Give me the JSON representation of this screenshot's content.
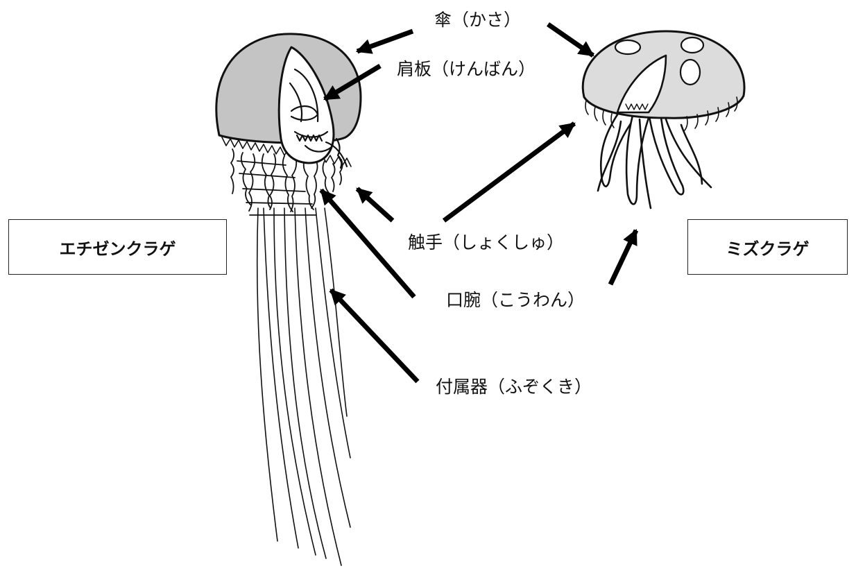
{
  "species": {
    "left": "エチゼンクラゲ",
    "right": "ミズクラゲ"
  },
  "parts": {
    "bell": "傘（かさ）",
    "scapulet": "肩板（けんばん）",
    "tentacle": "触手（しょくしゅ）",
    "oral_arm": "口腕（こうわん）",
    "appendage": "付属器（ふぞくき）"
  },
  "colors": {
    "bell_fill": "#c4c4c4",
    "line": "#111111",
    "arrow": "#000000"
  }
}
